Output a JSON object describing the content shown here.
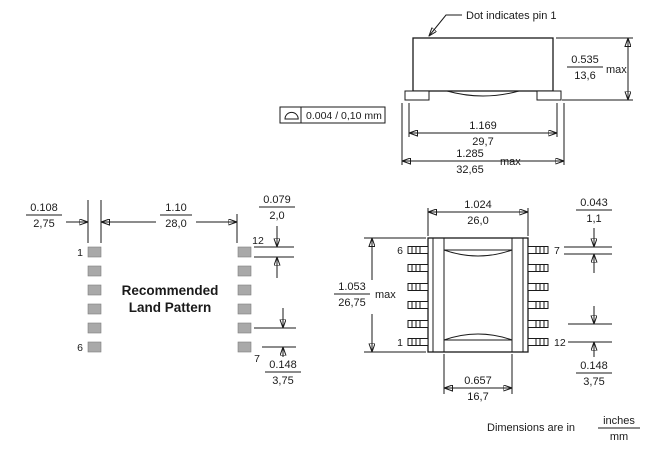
{
  "side_view": {
    "dot_note": "Dot indicates pin 1",
    "flatness_value": "0.004 / 0,10 mm",
    "height_in": "0.535",
    "height_mm": "13,6",
    "height_suffix": "max",
    "lead_span_in": "1.169",
    "lead_span_mm": "29,7",
    "overall_in": "1.285",
    "overall_mm": "32,65",
    "overall_suffix": "max"
  },
  "land_pattern": {
    "title_line1": "Recommended",
    "title_line2": "Land Pattern",
    "pad_width_in": "0.108",
    "pad_width_mm": "2,75",
    "span_in": "1.10",
    "span_mm": "28,0",
    "pad_height_in": "0.079",
    "pad_height_mm": "2,0",
    "pitch_in": "0.148",
    "pitch_mm": "3,75",
    "pin_top_left": "1",
    "pin_bottom_left": "6",
    "pin_top_right": "12",
    "pin_bottom_right": "7"
  },
  "top_view": {
    "width_in": "1.024",
    "width_mm": "26,0",
    "pin_width_in": "0.043",
    "pin_width_mm": "1,1",
    "height_in": "1.053",
    "height_mm": "26,75",
    "height_suffix": "max",
    "window_in": "0.657",
    "window_mm": "16,7",
    "pitch_in": "0.148",
    "pitch_mm": "3,75",
    "pin_top_left": "6",
    "pin_bottom_left": "1",
    "pin_top_right": "7",
    "pin_bottom_right": "12"
  },
  "footer": {
    "prefix": "Dimensions are in",
    "unit_top": "inches",
    "unit_bottom": "mm"
  }
}
